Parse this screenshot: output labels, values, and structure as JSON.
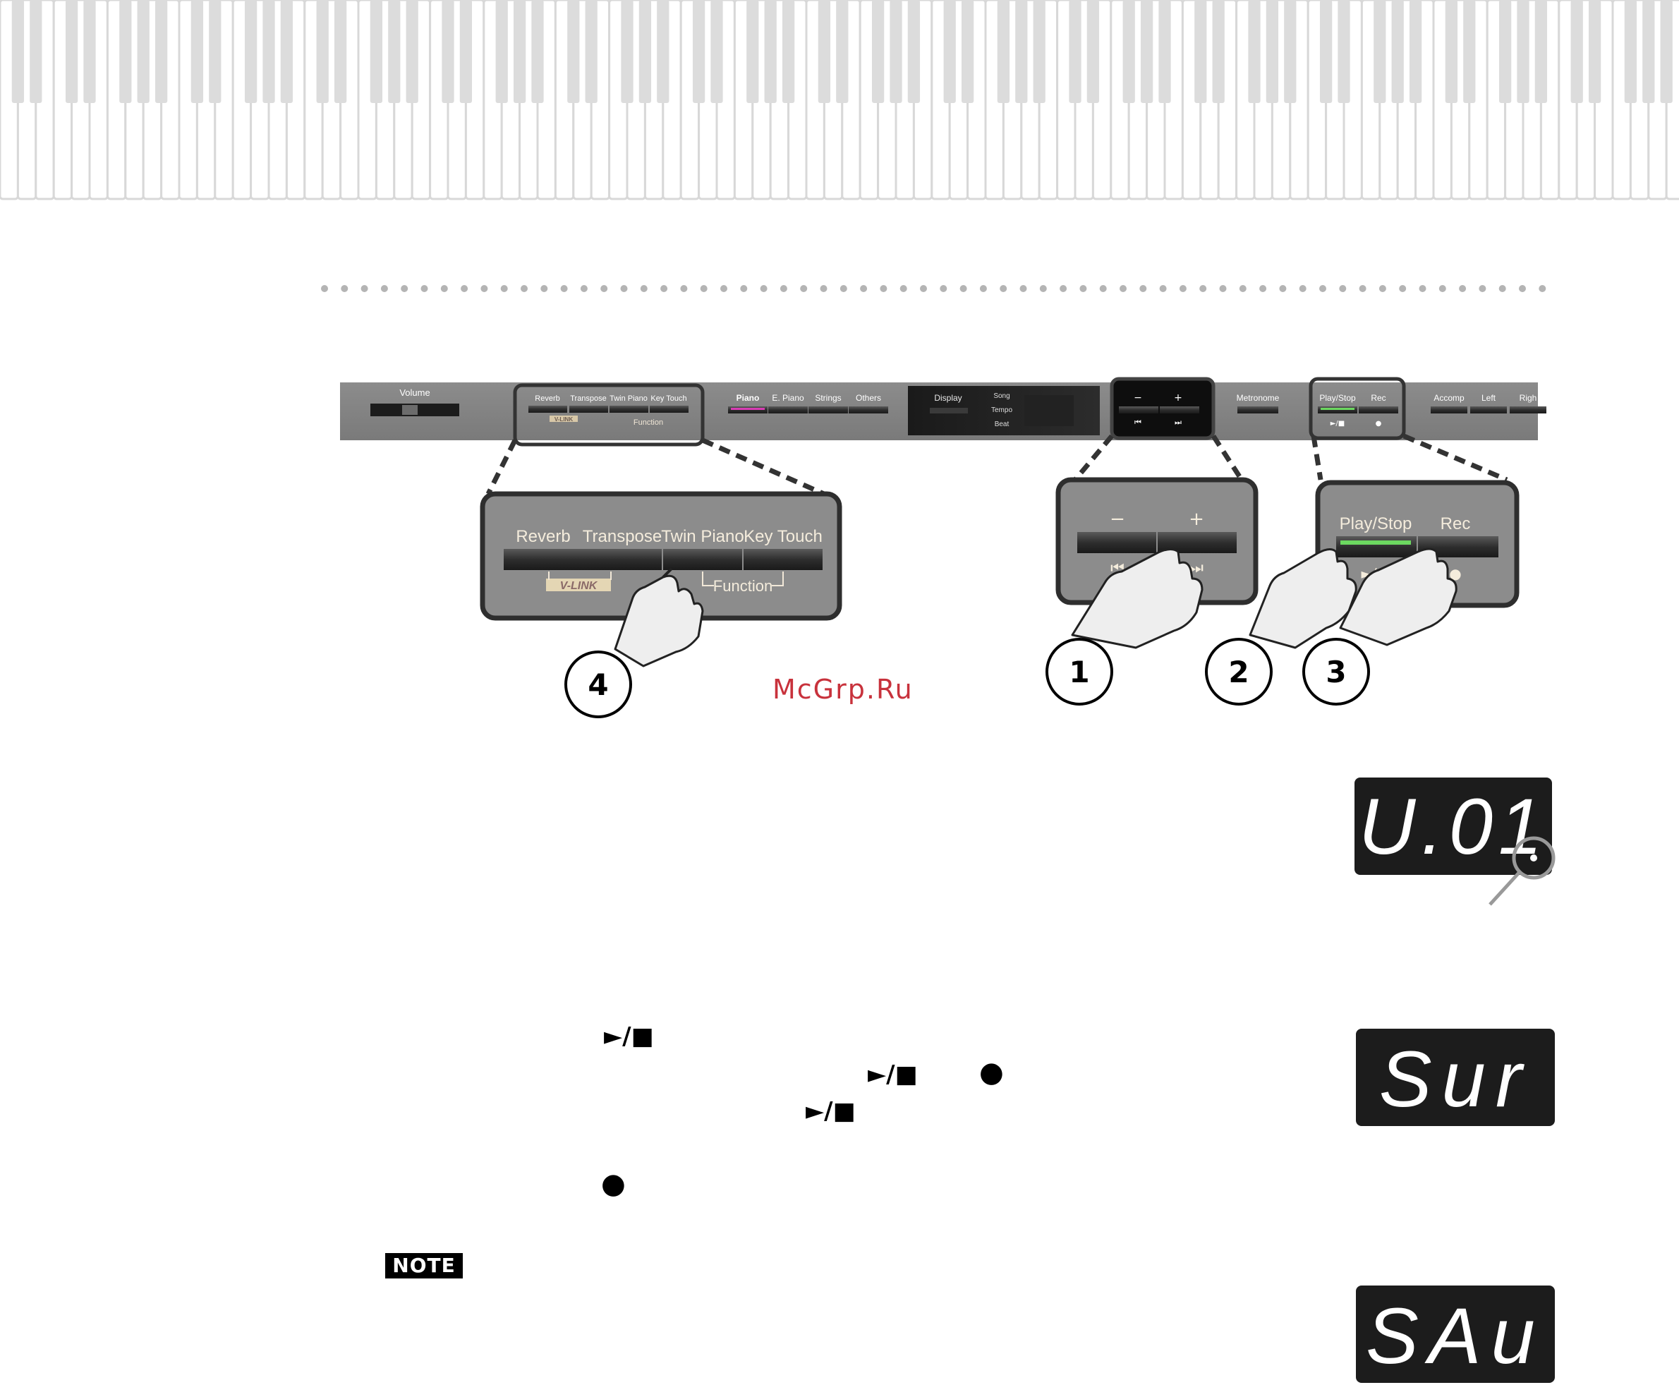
{
  "panel": {
    "volume_label": "Volume",
    "group1": [
      "Reverb",
      "Transpose",
      "Twin Piano",
      "Key Touch"
    ],
    "vlink_label": "V-LINK",
    "function_label": "Function",
    "tones": [
      "Piano",
      "E. Piano",
      "Strings",
      "Others"
    ],
    "display_label": "Display",
    "indicators": [
      "Song",
      "Tempo",
      "Beat"
    ],
    "minus": "−",
    "plus": "+",
    "bwd_symbol": "⏮",
    "fwd_symbol": "⏭",
    "metronome_label": "Metronome",
    "play_stop_label": "Play/Stop",
    "rec_label": "Rec",
    "play_stop_symbol": "►/■",
    "rec_symbol": "●",
    "right_group": [
      "Accomp",
      "Left",
      "Righ"
    ]
  },
  "zoom_left": {
    "buttons": [
      "Reverb",
      "Transpose",
      "Twin Piano",
      "Key Touch"
    ],
    "vlink_label": "V-LINK",
    "function_label": "Function"
  },
  "zoom_mid": {
    "minus": "−",
    "plus": "+",
    "bwd_symbol": "⏮",
    "fwd_symbol": "⏭"
  },
  "zoom_right": {
    "play_stop_label": "Play/Stop",
    "rec_label": "Rec",
    "play_stop_symbol": "►/■",
    "rec_symbol": "●"
  },
  "steps": [
    "4",
    "1",
    "2",
    "3"
  ],
  "watermark": "McGrp.Ru",
  "displays": [
    "U.01",
    "Sur",
    "SAu"
  ],
  "inline_symbols": {
    "play_stop_a": "►/■",
    "play_stop_b": "►/■",
    "rec_a": "●",
    "play_stop_c": "►/■",
    "rec_b": "●"
  },
  "note_badge": "NOTE"
}
